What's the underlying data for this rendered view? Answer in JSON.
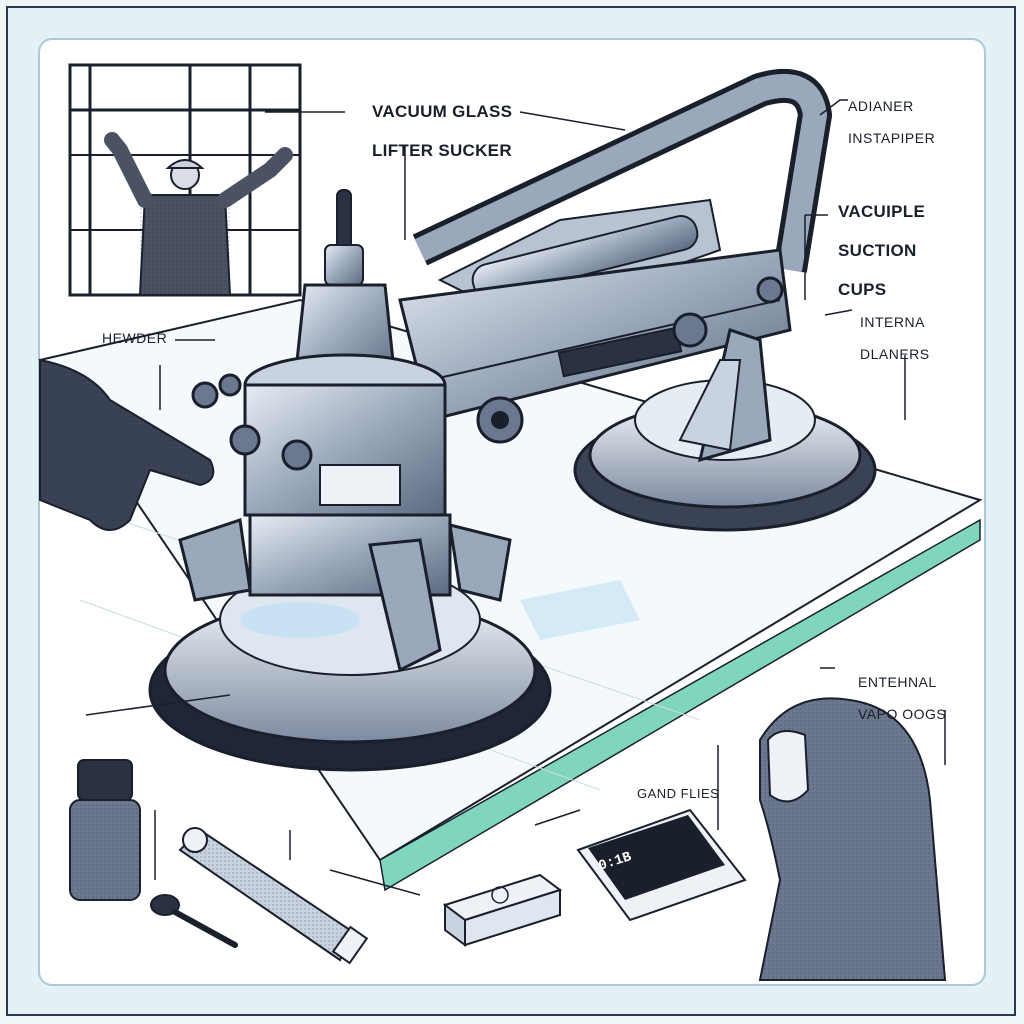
{
  "labels": {
    "title_line1": "VACUUM GLASS",
    "title_line2": "LIFTER SUCKER",
    "top_right_line1": "ADIANER",
    "top_right_line2": "INSTAPIPER",
    "suction_line1": "VACUIPLE",
    "suction_line2": "SUCTION",
    "suction_line3": "CUPS",
    "internal_line1": "INTERNA",
    "internal_line2": "DLANERS",
    "left_label": "HEWDER",
    "external_line1": "ENTEHNAL",
    "external_line2": "VAPO OOGS",
    "bottom_mid": "GAND FLIES",
    "device_screen": "0:1B"
  },
  "colors": {
    "ink": "#1a1f2c",
    "metal": "#8d9bb0",
    "metal_light": "#c9d3e0",
    "glass": "#dff0f2",
    "glass_edge": "#6fd3b6",
    "accent_blue": "#bfe0f5"
  },
  "icons": {
    "worker": "window-worker-icon",
    "hand": "pointing-hand-icon",
    "bottle": "bottle-icon",
    "spoon": "spoon-icon",
    "pen": "marker-pen-icon",
    "box": "small-box-icon",
    "device": "handheld-device-icon",
    "woman": "hooded-woman-icon"
  }
}
